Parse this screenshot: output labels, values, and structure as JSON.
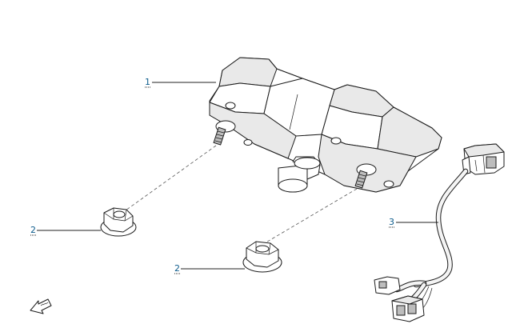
{
  "callouts": [
    {
      "id": "dashboard",
      "number": "1"
    },
    {
      "id": "nut-left",
      "number": "2"
    },
    {
      "id": "nut-right",
      "number": "2"
    },
    {
      "id": "harness",
      "number": "3"
    }
  ],
  "icons": {
    "front_arrow": "front-direction-arrow-icon"
  }
}
